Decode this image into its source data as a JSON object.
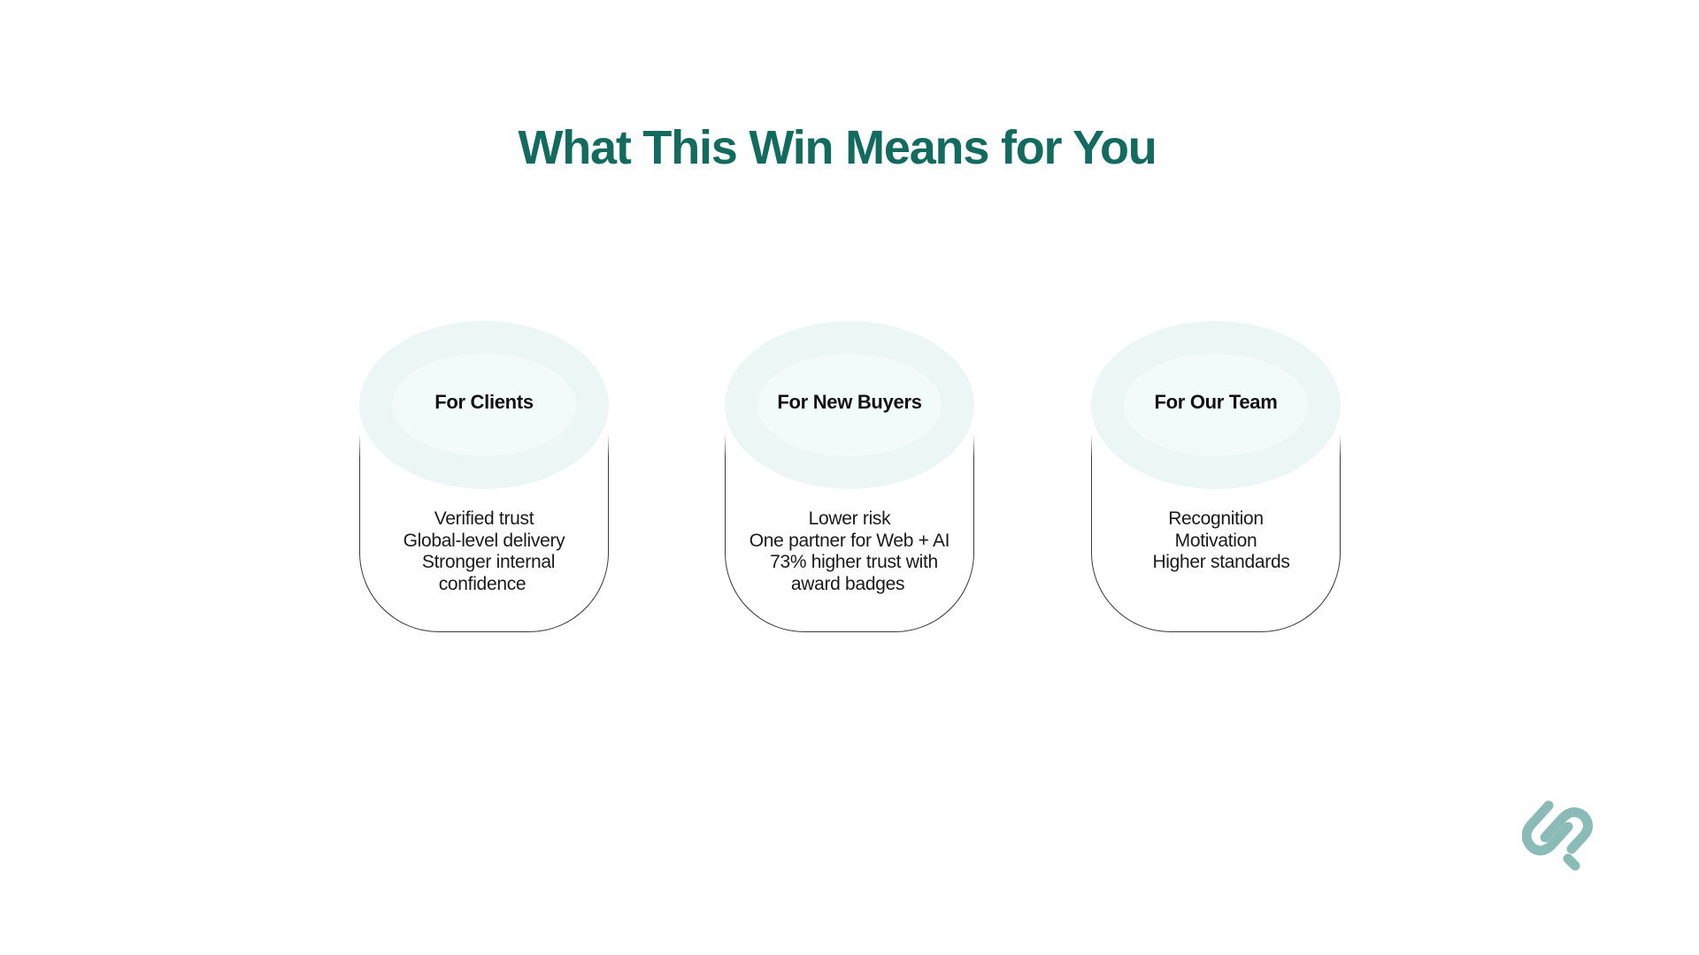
{
  "title": {
    "text": "What This Win Means for You",
    "color": "#126b5e"
  },
  "theme": {
    "ellipse_outer": "#ecf6f4",
    "ellipse_inner": "#f3fbfa",
    "card_border": "#3a3a3a",
    "logo_color": "#8bbbb6"
  },
  "cards": [
    {
      "heading": "For Clients",
      "lines": [
        "Verified trust",
        "Global-level delivery",
        "Stronger internal",
        "confidence"
      ]
    },
    {
      "heading": "For New Buyers",
      "lines": [
        "Lower risk",
        "One partner for Web + AI",
        "73% higher trust with",
        "award badges"
      ]
    },
    {
      "heading": "For Our Team",
      "lines": [
        "Recognition",
        "Motivation",
        "Higher standards"
      ]
    }
  ],
  "logo": {
    "icon": "paperclip-link-logo-icon"
  }
}
